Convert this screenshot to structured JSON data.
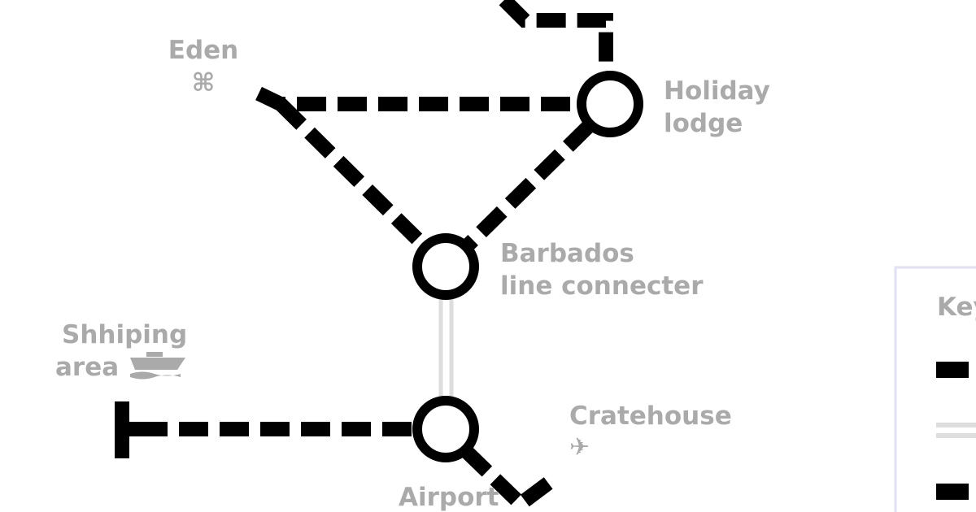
{
  "stations": {
    "eden": {
      "name": "Eden",
      "icon": "⌘"
    },
    "holiday": {
      "line1": "Holiday",
      "line2": "lodge"
    },
    "barbados": {
      "line1": "Barbados",
      "line2": "line connecter"
    },
    "shipping": {
      "line1": "Shhiping",
      "line2": "area"
    },
    "cratehouse": {
      "name": "Cratehouse",
      "icon": "✈"
    },
    "airport": {
      "name": "Airport"
    }
  },
  "key": {
    "title": "Key"
  },
  "colors": {
    "line": "#000000",
    "label": "#aaaaaa",
    "connector": "#dddddd",
    "key_border": "#e0e0f5"
  }
}
